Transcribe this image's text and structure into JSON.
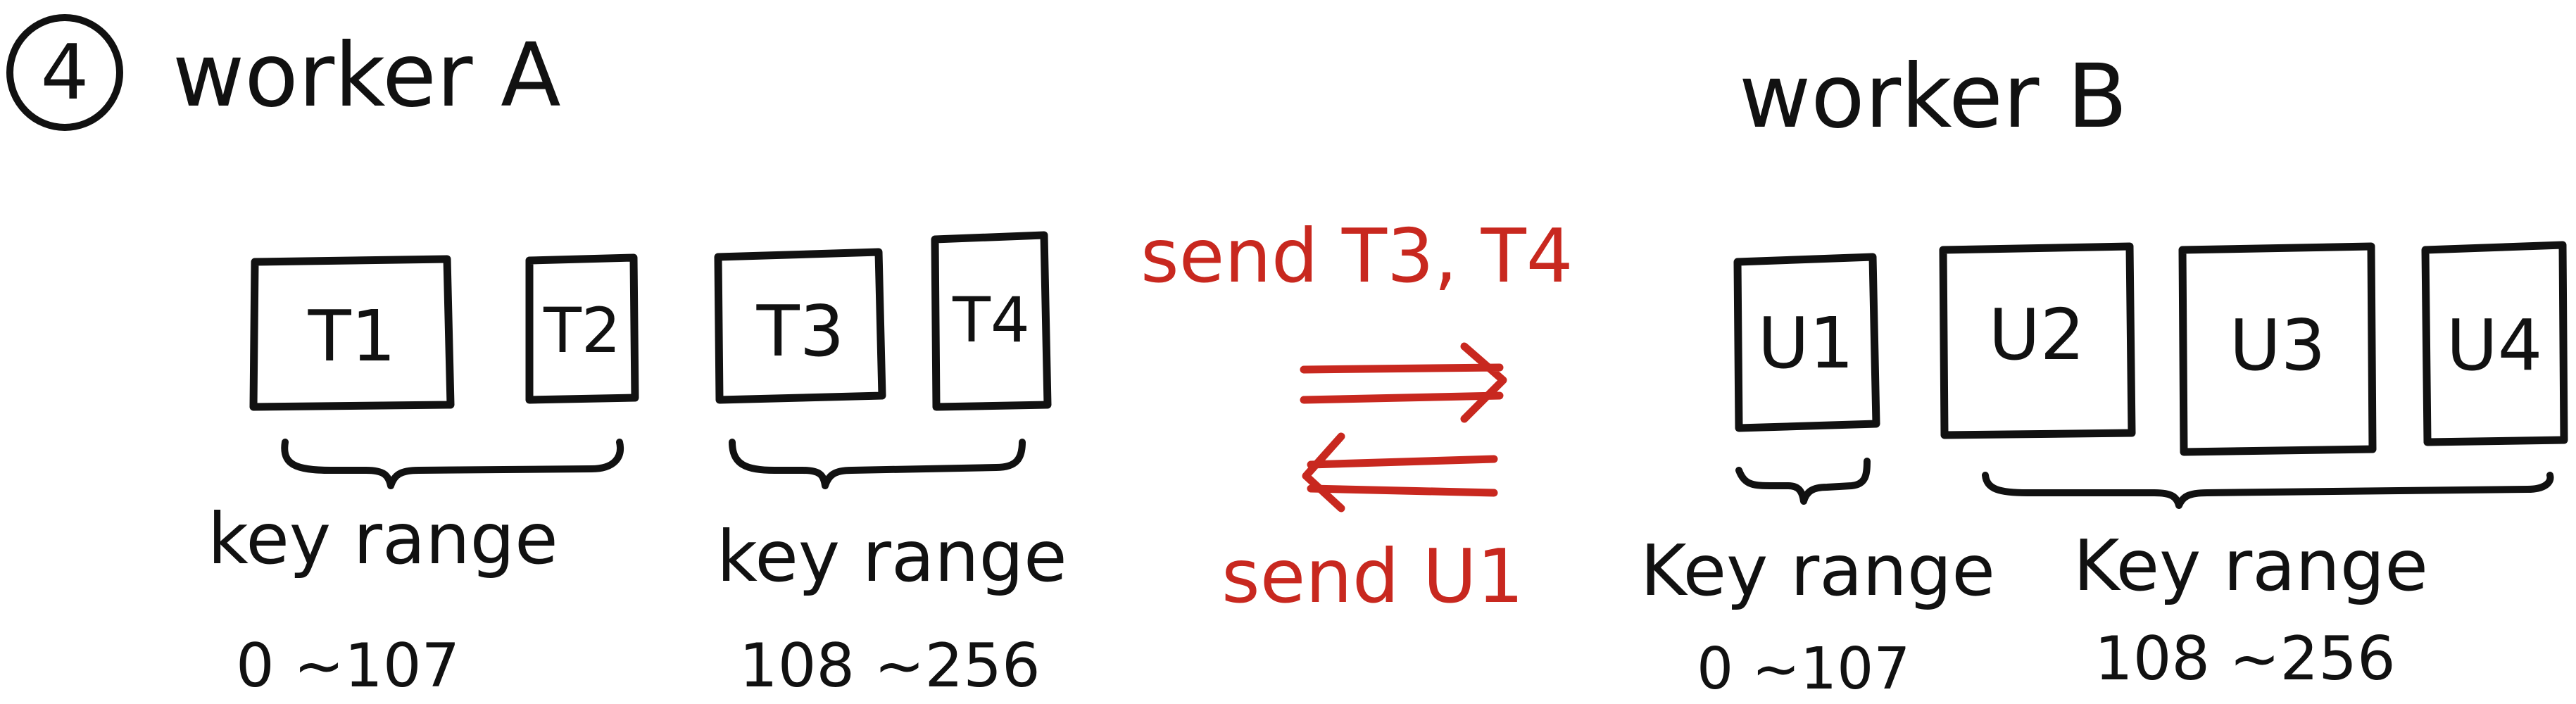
{
  "step": {
    "number": "4"
  },
  "workerA": {
    "title": "worker A",
    "tables": [
      "T1",
      "T2",
      "T3",
      "T4"
    ],
    "groups": [
      {
        "label": "key range",
        "range": "0 ~107"
      },
      {
        "label": "key range",
        "range": "108 ~256"
      }
    ]
  },
  "workerB": {
    "title": "worker B",
    "tables": [
      "U1",
      "U2",
      "U3",
      "U4"
    ],
    "groups": [
      {
        "label": "Key range",
        "range": "0 ~107"
      },
      {
        "label": "Key range",
        "range": "108 ~256"
      }
    ]
  },
  "transfer": {
    "forward_label": "send T3, T4",
    "backward_label": "send U1",
    "color": "#c8281f"
  }
}
